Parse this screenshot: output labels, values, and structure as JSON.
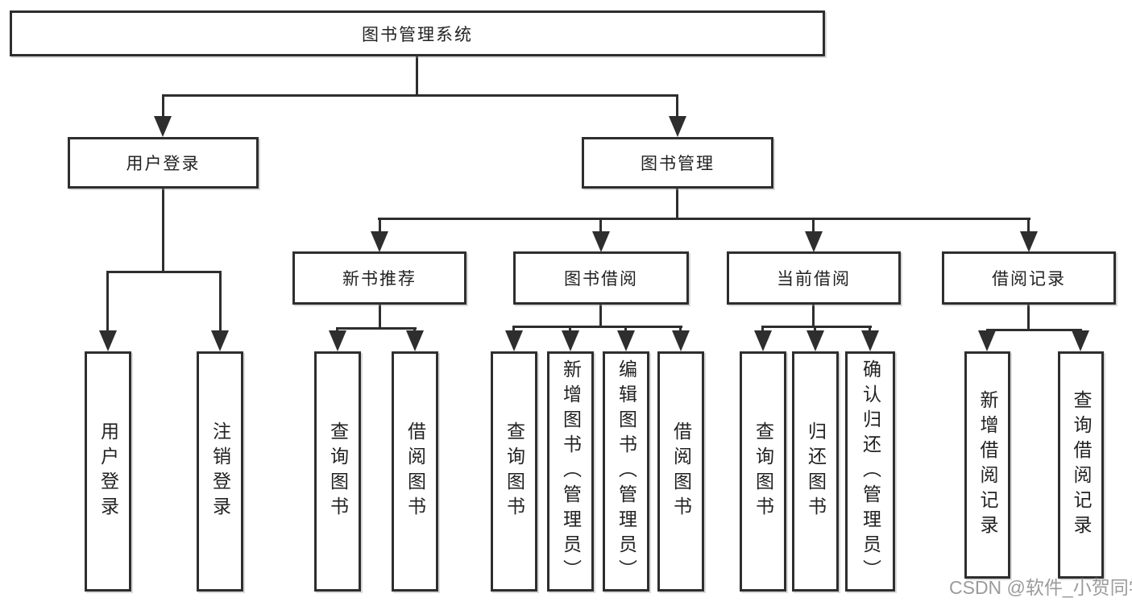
{
  "diagram": {
    "root": {
      "label": "图书管理系统"
    },
    "level2": [
      {
        "id": "user-login",
        "label": "用户登录",
        "children": [
          {
            "label": "用户登录"
          },
          {
            "label": "注销登录"
          }
        ]
      },
      {
        "id": "book-management",
        "label": "图书管理",
        "children": [
          {
            "id": "new-book-recommend",
            "label": "新书推荐",
            "children": [
              {
                "label": "查询图书"
              },
              {
                "label": "借阅图书"
              }
            ]
          },
          {
            "id": "book-borrow",
            "label": "图书借阅",
            "children": [
              {
                "label": "查询图书"
              },
              {
                "label": "新增图书（管理员）"
              },
              {
                "label": "编辑图书（管理员）"
              },
              {
                "label": "借阅图书"
              }
            ]
          },
          {
            "id": "current-borrow",
            "label": "当前借阅",
            "children": [
              {
                "label": "查询图书"
              },
              {
                "label": "归还图书"
              },
              {
                "label": "确认归还（管理员）"
              }
            ]
          },
          {
            "id": "borrow-records",
            "label": "借阅记录",
            "children": [
              {
                "label": "新增借阅记录"
              },
              {
                "label": "查询借阅记录"
              }
            ]
          }
        ]
      }
    ]
  },
  "watermark": {
    "text": "CSDN @软件_小贺同学",
    "color": "#9b9b9b"
  },
  "colors": {
    "line": "#2e2e2e",
    "text": "#222222",
    "background": "#ffffff"
  }
}
